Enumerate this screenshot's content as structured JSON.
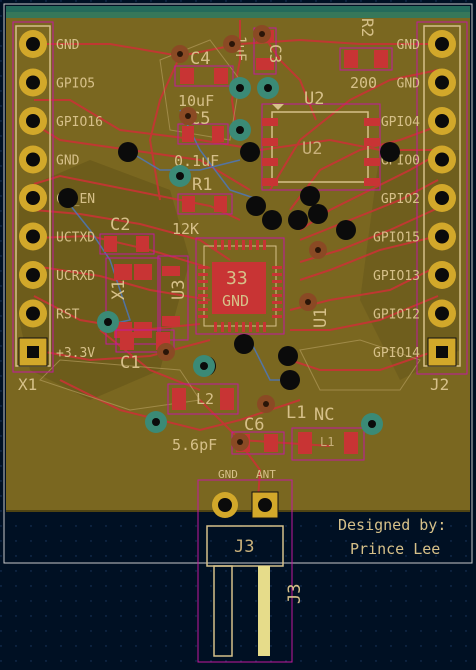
{
  "board": {
    "colors": {
      "background": "#001023",
      "copper_fill": "#7f6b22",
      "copper_fill_dark": "#6e5d1c",
      "top_copper": "#c83434",
      "silkscreen": "#d6c089",
      "pad_gold": "#d2a82a",
      "courtyard": "#c2189f",
      "via": "#0b0b0b",
      "teal_pad": "#3b8a76",
      "brown_via": "#8a4a24",
      "green_edge": "#1f9a6a"
    }
  },
  "left_header": {
    "ref": "X1",
    "pins": [
      "GND",
      "GPIO5",
      "GPIO16",
      "GND",
      "CH_EN",
      "UCTXD",
      "UCRXD",
      "RST",
      "+3.3V"
    ]
  },
  "right_header": {
    "ref": "J2",
    "pins": [
      "GND",
      "GND",
      "GPIO4",
      "GPIO0",
      "GPIO2",
      "GPIO15",
      "GPIO13",
      "GPIO12",
      "GPIO14"
    ]
  },
  "components": {
    "c4": {
      "ref": "C4",
      "value": "10uF"
    },
    "c5": {
      "ref": "C5",
      "value": "0.1uF"
    },
    "c3": {
      "ref": "C3",
      "value": "1uF"
    },
    "r2": {
      "ref": "R2",
      "value": "200"
    },
    "r1": {
      "ref": "R1",
      "value": "12K"
    },
    "u2": {
      "ref": "U2",
      "value": "U2"
    },
    "c2": {
      "ref": "C2"
    },
    "c1": {
      "ref": "C1"
    },
    "x1": {
      "ref": "X1"
    },
    "u3": {
      "ref": "U3"
    },
    "u1": {
      "ref": "U1"
    },
    "l2": {
      "ref": "L2"
    },
    "l1": {
      "ref": "L1",
      "value": "NC"
    },
    "c6": {
      "ref": "C6",
      "value": "5.6pF"
    },
    "ic_center": {
      "number": "33",
      "label": "GND"
    },
    "j3": {
      "ref": "J3",
      "pin_gnd": "GND",
      "pin_ant": "ANT"
    }
  },
  "designer": {
    "line1": "Designed by:",
    "line2": "Prince Lee"
  }
}
